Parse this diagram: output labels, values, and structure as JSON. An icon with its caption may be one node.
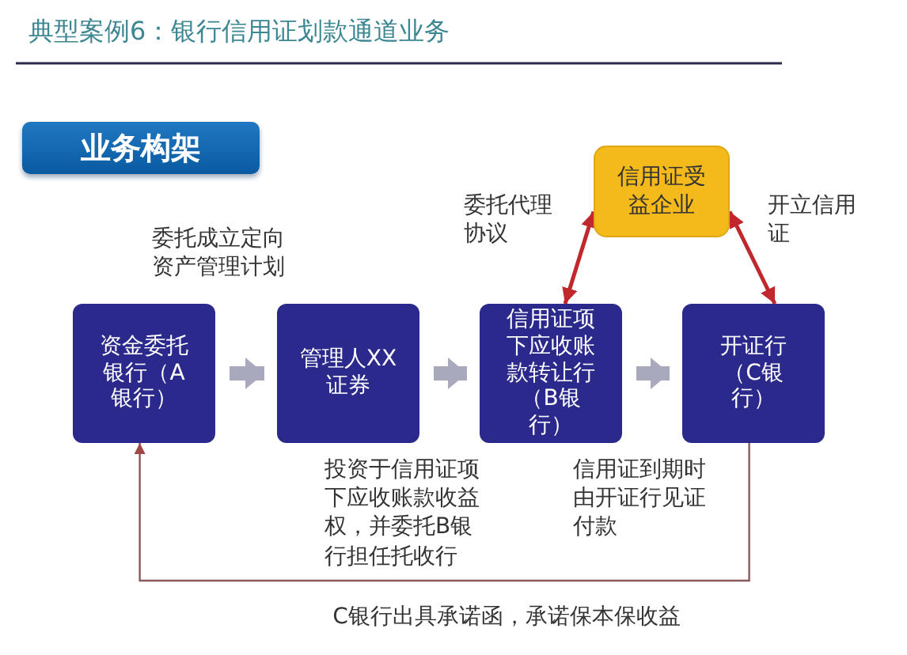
{
  "diagram": {
    "title": "典型案例6：银行信用证划款通道业务",
    "nodes": [
      {
        "text": [
          "业务构架"
        ]
      },
      {
        "text": [
          "资金委托银行（A银行）"
        ]
      },
      {
        "text": [
          "管理人XX证券"
        ]
      },
      {
        "text": [
          "信用证项下应收账款转让行（B银行）"
        ]
      },
      {
        "text": [
          "开证行（C银行）"
        ]
      },
      {
        "text": [
          "信用证受益企业"
        ]
      }
    ],
    "edges": [
      {
        "from": 1,
        "to": 2,
        "arrow": "to",
        "style": "thick",
        "label": "委托成立定向资产管理计划"
      },
      {
        "from": 2,
        "to": 3,
        "arrow": "to",
        "style": "thick"
      },
      {
        "from": 3,
        "to": 4,
        "arrow": "to",
        "style": "thick"
      },
      {
        "from": 3,
        "to": 5,
        "arrow": "both",
        "color": "#c0282d",
        "label": "委托代理协议"
      },
      {
        "from": 4,
        "to": 5,
        "arrow": "both",
        "color": "#c0282d",
        "label": "开立信用证"
      },
      {
        "from": 4,
        "to": 1,
        "arrow": "to",
        "color": "#8a5a5a",
        "label": "C银行出具承诺函，承诺保本保收益"
      }
    ],
    "labels": [
      "投资于信用证项下应收账款收益权，并委托B银行担任托收行",
      "信用证到期时由开证行见证付款"
    ]
  }
}
